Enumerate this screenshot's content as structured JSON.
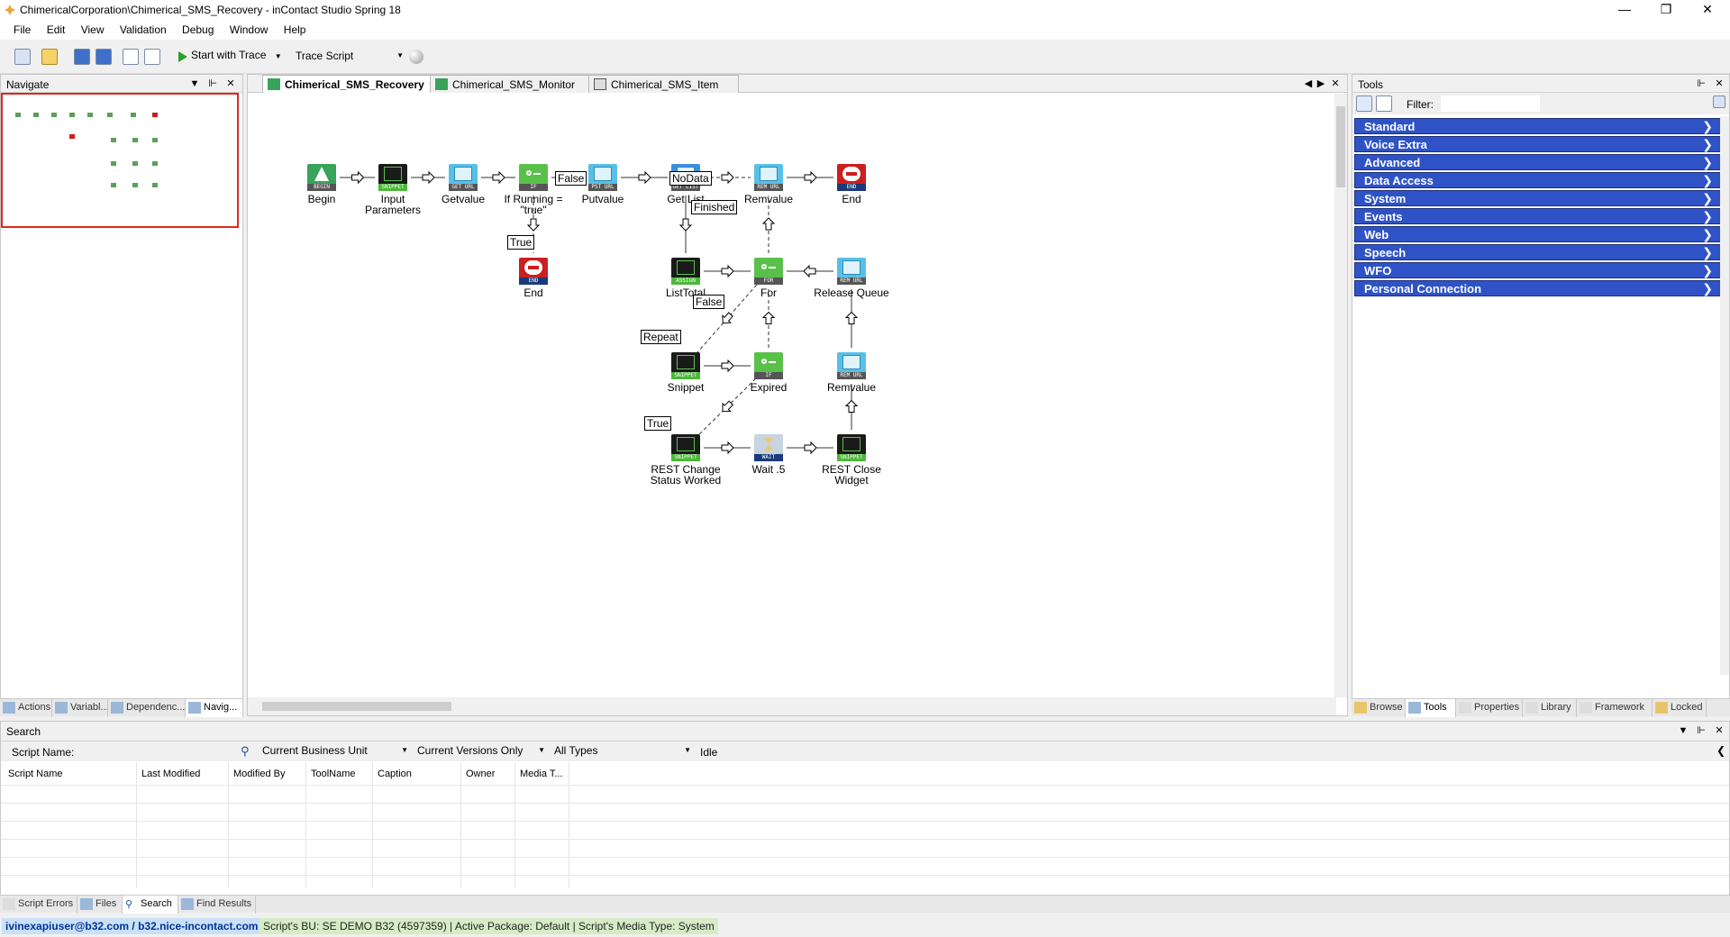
{
  "window": {
    "title": "ChimericalCorporation\\Chimerical_SMS_Recovery - inContact Studio Spring 18"
  },
  "menu": [
    "File",
    "Edit",
    "View",
    "Validation",
    "Debug",
    "Window",
    "Help"
  ],
  "toolbar": {
    "start_trace_label": "Start with Trace",
    "trace_script_label": "Trace Script"
  },
  "navigate_panel": {
    "title": "Navigate"
  },
  "left_tabs": [
    "Actions",
    "Variabl...",
    "Dependenc...",
    "Navig..."
  ],
  "doc_tabs": [
    "Chimerical_SMS_Recovery",
    "Chimerical_SMS_Monitor",
    "Chimerical_SMS_Item"
  ],
  "flow": {
    "nodes": [
      {
        "label": "Begin",
        "type": "BEGIN",
        "icon": "begin-icon",
        "color": "#3aa35a"
      },
      {
        "label": "Input Parameters",
        "type": "SNIPPET",
        "icon": "snippet-icon",
        "color": "#1a1a1a"
      },
      {
        "label": "Getvalue",
        "type": "GET URL",
        "icon": "geturl-icon",
        "color": "#58c0e8"
      },
      {
        "label": "If Running = \"true\"",
        "type": "IF",
        "icon": "if-icon",
        "color": "#59c14a"
      },
      {
        "label": "End",
        "type": "END",
        "icon": "end-icon",
        "color": "#cc1f1f"
      },
      {
        "label": "Putvalue",
        "type": "PST URL",
        "icon": "posturl-icon",
        "color": "#58c0e8"
      },
      {
        "label": "Get List",
        "type": "GET LIST",
        "icon": "getlist-icon",
        "color": "#3b8fe0"
      },
      {
        "label": "Remvalue",
        "type": "REM URL",
        "icon": "remurl-icon",
        "color": "#58c0e8"
      },
      {
        "label": "End",
        "type": "END",
        "icon": "end-icon",
        "color": "#cc1f1f"
      },
      {
        "label": "ListTotal",
        "type": "ASSIGN",
        "icon": "assign-icon",
        "color": "#1a1a1a"
      },
      {
        "label": "For",
        "type": "FOR",
        "icon": "for-icon",
        "color": "#59c14a"
      },
      {
        "label": "Release Queue",
        "type": "REM URL",
        "icon": "remurl-icon",
        "color": "#58c0e8"
      },
      {
        "label": "Snippet",
        "type": "SNIPPET",
        "icon": "snippet-icon",
        "color": "#1a1a1a"
      },
      {
        "label": "Expired",
        "type": "IF",
        "icon": "if-icon",
        "color": "#59c14a"
      },
      {
        "label": "Remvalue",
        "type": "REM URL",
        "icon": "remurl-icon",
        "color": "#58c0e8"
      },
      {
        "label": "REST Change Status Worked",
        "type": "SNIPPET",
        "icon": "snippet-icon",
        "color": "#1a1a1a"
      },
      {
        "label": "Wait .5",
        "type": "WAIT",
        "icon": "wait-icon",
        "color": "#c8d4e0"
      },
      {
        "label": "REST Close Widget",
        "type": "SNIPPET",
        "icon": "snippet-icon",
        "color": "#1a1a1a"
      }
    ],
    "branch_labels": [
      "False",
      "NoData",
      "True",
      "Finished",
      "False",
      "Repeat",
      "True"
    ]
  },
  "tools_panel": {
    "title": "Tools",
    "filter_label": "Filter:",
    "categories": [
      "Standard",
      "Voice Extra",
      "Advanced",
      "Data Access",
      "System",
      "Events",
      "Web",
      "Speech",
      "WFO",
      "Personal Connection"
    ]
  },
  "right_tabs": [
    "Browse",
    "Tools",
    "Properties",
    "Library",
    "Framework",
    "Locked"
  ],
  "search_panel": {
    "title": "Search",
    "script_name_label": "Script Name:",
    "business_unit": "Current Business Unit",
    "versions": "Current Versions Only",
    "types": "All Types",
    "state": "Idle",
    "columns": [
      "Script Name",
      "Last Modified",
      "Modified By",
      "ToolName",
      "Caption",
      "Owner",
      "Media T..."
    ]
  },
  "bottom_tabs": [
    "Script Errors",
    "Files",
    "Search",
    "Find Results"
  ],
  "status": {
    "user": "ivinexapiuser@b32.com / b32.nice-incontact.com",
    "info": "Script's BU: SE DEMO B32 (4597359) | Active Package: Default | Script's Media Type: System"
  }
}
